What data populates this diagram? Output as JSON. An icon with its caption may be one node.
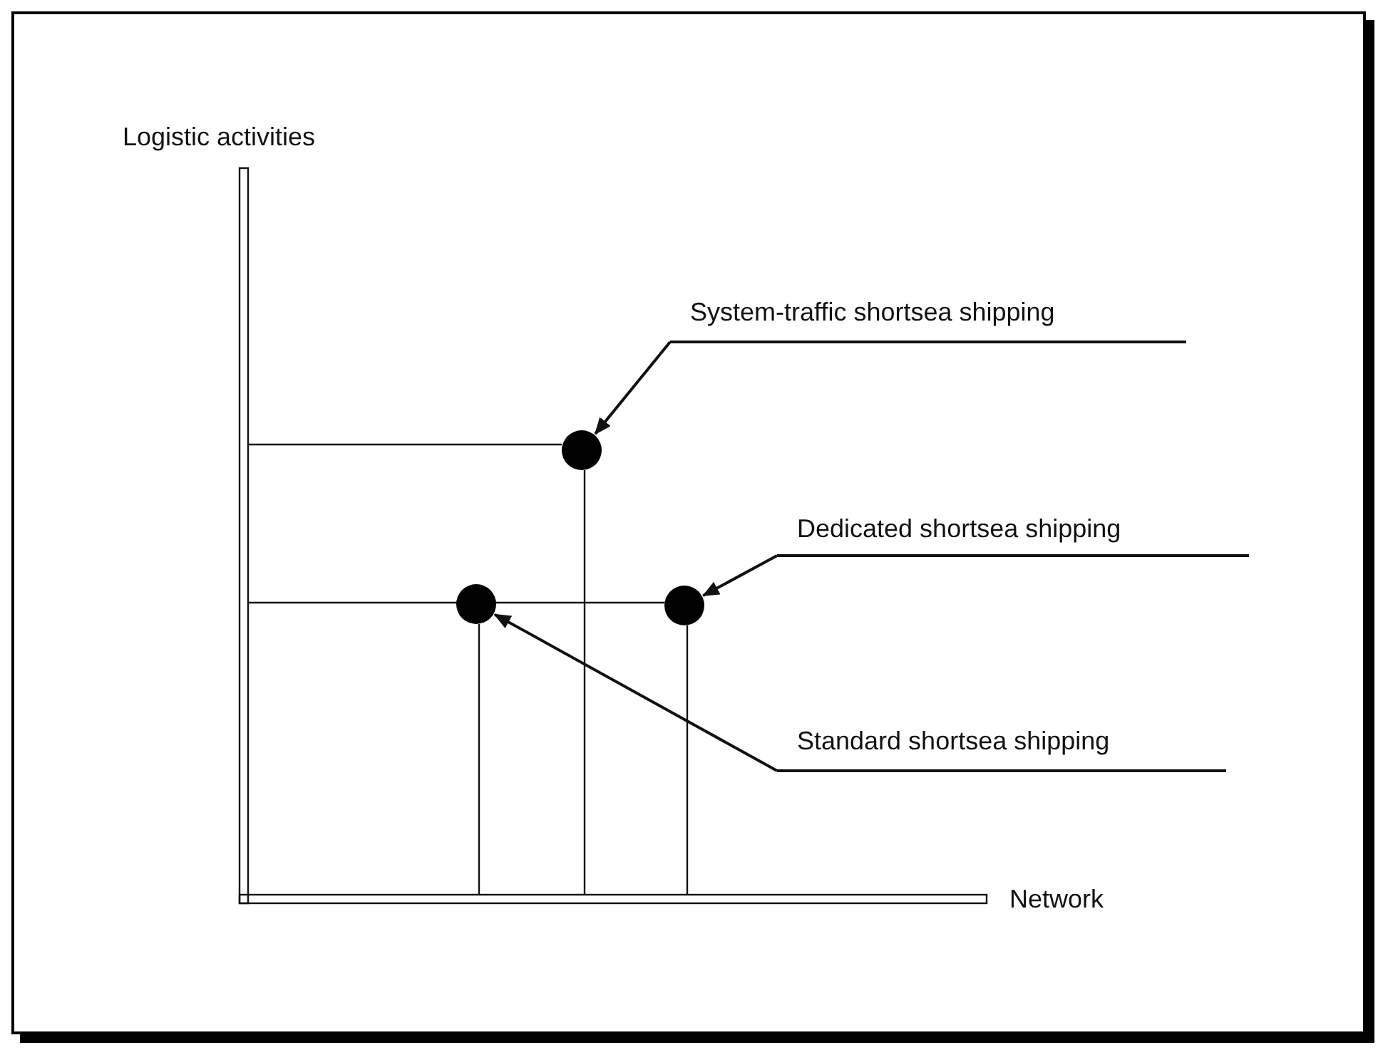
{
  "diagram": {
    "nodes": [
      {
        "text": [
          "System-traffic shortsea shipping"
        ]
      },
      {
        "text": [],
        "shape": "circle"
      },
      {
        "text": [
          "Dedicated shortsea shipping"
        ]
      },
      {
        "text": [],
        "shape": "circle"
      },
      {
        "text": [],
        "shape": "circle"
      },
      {
        "text": [
          "Standard shortsea shipping"
        ]
      }
    ],
    "edges": [
      {
        "from": 0,
        "to": 1,
        "arrow": "to"
      },
      {
        "from": 2,
        "to": 4,
        "arrow": "to"
      },
      {
        "from": 5,
        "to": 3,
        "arrow": "to"
      }
    ],
    "labels": [
      "Logistic activities",
      "Network"
    ]
  }
}
